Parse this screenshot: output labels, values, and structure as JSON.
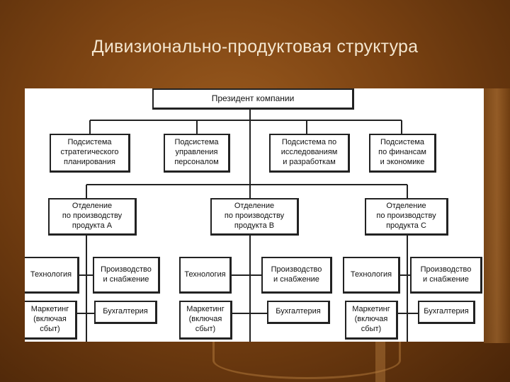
{
  "slide": {
    "title": "Дивизионально-продуктовая структура"
  },
  "chart": {
    "president": "Президент компании",
    "subsystems": [
      "Подсистема\nстратегического\nпланирования",
      "Подсистема\nуправления\nперсоналом",
      "Подсистема по\nисследованиям\nи разработкам",
      "Подсистема\nпо финансам\nи экономике"
    ],
    "divisions": [
      {
        "name": "Отделение\nпо производству\nпродукта А",
        "units": [
          "Технология",
          "Производство\nи снабжение",
          "Маркетинг\n(включая\nсбыт)",
          "Бухгалтерия"
        ]
      },
      {
        "name": "Отделение\nпо производству\nпродукта В",
        "units": [
          "Технология",
          "Производство\nи снабжение",
          "Маркетинг\n(включая\nсбыт)",
          "Бухгалтерия"
        ]
      },
      {
        "name": "Отделение\nпо производству\nпродукта С",
        "units": [
          "Технология",
          "Производство\nи снабжение",
          "Маркетинг\n(включая\nсбыт)",
          "Бухгалтерия"
        ]
      }
    ]
  }
}
